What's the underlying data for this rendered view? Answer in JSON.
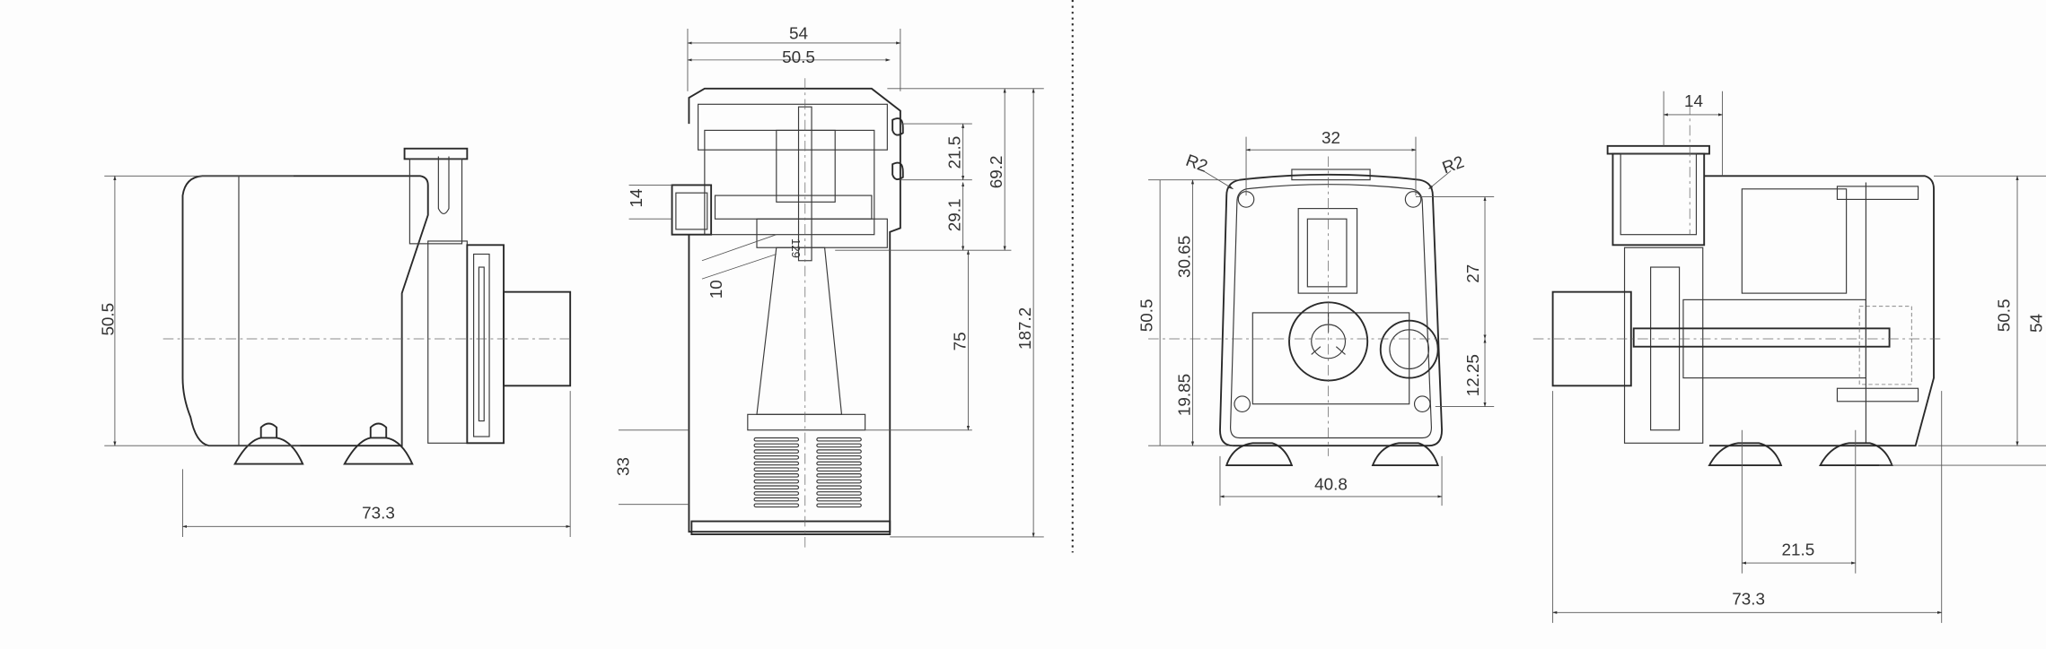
{
  "views": {
    "side": {
      "width": "73.3",
      "height": "50.5"
    },
    "section": {
      "top_outer": "54",
      "top_inner": "50.5",
      "right_a": "21.5",
      "right_b": "69.2",
      "right_c": "29.1",
      "right_d": "75",
      "right_total": "187.2",
      "left_inlet": "14",
      "left_gap": "10",
      "left_grille": "33",
      "inner_mark": "129"
    },
    "front": {
      "top_width": "32",
      "radius_left": "R2",
      "radius_right": "R2",
      "height": "50.5",
      "upper": "30.65",
      "lower": "19.85",
      "right_upper": "27",
      "right_lower": "12.25",
      "base_width": "40.8"
    },
    "rear": {
      "outlet": "14",
      "feet_spacing": "21.5",
      "width": "73.3",
      "height_inner": "50.5",
      "height_outer": "54"
    }
  }
}
